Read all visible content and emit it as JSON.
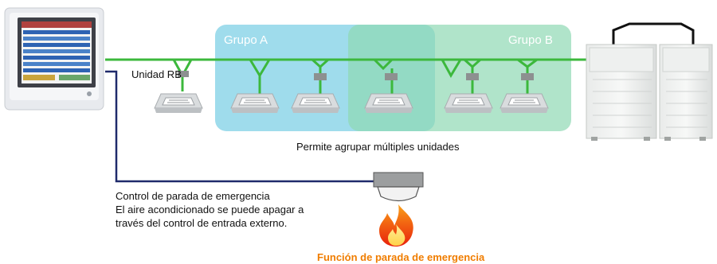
{
  "groups": [
    {
      "label": "Grupo A",
      "color": "#7fd0e6"
    },
    {
      "label": "Grupo B",
      "color": "#9fdcbf"
    }
  ],
  "labels": {
    "rb_unit": "Unidad RB",
    "grouping": "Permite agrupar múltiples unidades",
    "emergency_lines": [
      "Control de parada de emergencia",
      "El aire acondicionado se puede apagar a",
      "través del control de entrada externo."
    ],
    "function_name": "Función de parada de emergencia"
  },
  "colors": {
    "pipe": "#3cb83c",
    "signal_line": "#1f2a6b",
    "function_text": "#f07d00"
  },
  "icons": {
    "controller": "wall-controller-icon",
    "indoor_unit": "ceiling-cassette-icon",
    "rb_box": "rb-box-icon",
    "outdoor_unit": "outdoor-unit-icon",
    "sensor": "emergency-sensor-icon",
    "fire": "fire-icon"
  }
}
